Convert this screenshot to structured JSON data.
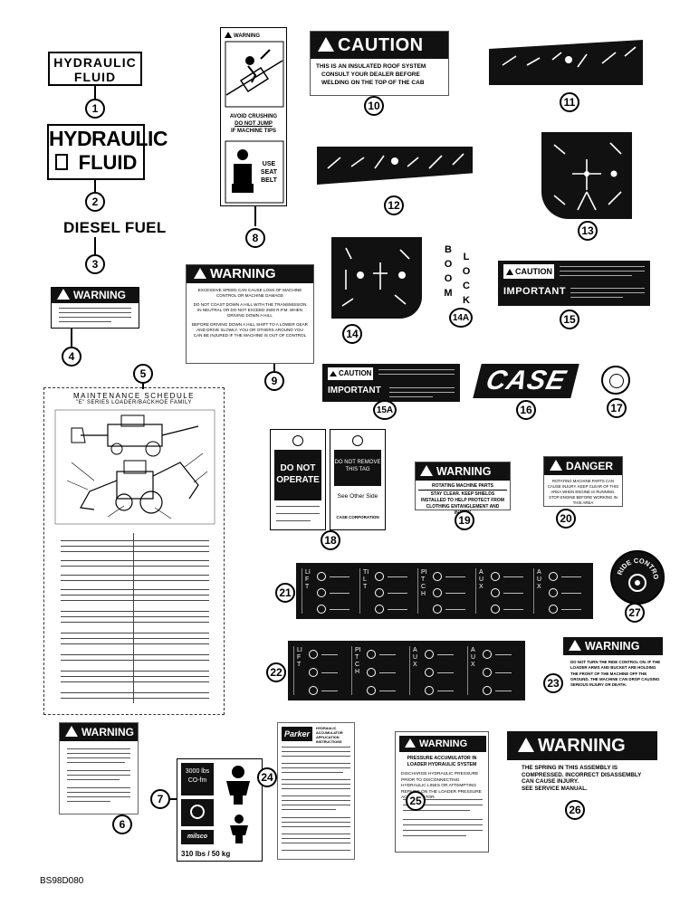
{
  "labels": {
    "l1_line1": "HYDRAULIC",
    "l1_line2": "FLUID",
    "l2_line1": "HYDRAULIC",
    "l2_line2": "FLUID",
    "l3": "DIESEL FUEL",
    "l4_header": "WARNING",
    "l5_title": "MAINTENANCE SCHEDULE",
    "l5_subtitle": "\"E\" SERIES LOADER/BACKHOE FAMILY",
    "l6_header": "WARNING",
    "l7_line1": "3000 lbs",
    "l7_line2": "CO-fm",
    "l7_brand": "milsco",
    "l7_bottom": "310 lbs / 50 kg",
    "l8_header": "WARNING",
    "l8_mid1": "AVOID CRUSHING",
    "l8_mid2": "DO NOT JUMP",
    "l8_mid3": "IF MACHINE TIPS",
    "l8_seat1": "USE",
    "l8_seat2": "SEAT",
    "l8_seat3": "BELT",
    "l9_header": "WARNING",
    "l9_p1": "EXCESSIVE SPEED CAN CAUSE LOSS OF MACHINE CONTROL OR MACHINE DAMAGE",
    "l9_p2": "DO NOT COAST DOWN A HILL WITH THE TRANSMISSION IN NEUTRAL OR DO NOT EXCEED 2500 R.P.M. WHEN DRIVING DOWN A HILL",
    "l9_p3": "BEFORE DRIVING DOWN A HILL SHIFT TO A LOWER GEAR AND DRIVE SLOWLY. YOU OR OTHERS AROUND YOU CAN BE INJURED IF THE MACHINE IS OUT OF CONTROL",
    "l10_header": "CAUTION",
    "l10_line1": "THIS IS AN INSULATED ROOF SYSTEM",
    "l10_line2": "CONSULT YOUR DEALER BEFORE",
    "l10_line3": "WELDING ON THE TOP OF THE CAB",
    "l14a_col1": [
      "B",
      "O",
      "O",
      "M"
    ],
    "l14a_col2": [
      "L",
      "O",
      "C",
      "K"
    ],
    "l15_caution": "CAUTION",
    "l15_important": "IMPORTANT",
    "l15a_caution": "CAUTION",
    "l15a_important": "IMPORTANT",
    "l16": "CASE",
    "l18_tag1_line1": "DO NOT",
    "l18_tag1_line2": "OPERATE",
    "l18_tag2_line1": "DO NOT REMOVE",
    "l18_tag2_line2": "THIS TAG",
    "l18_tag2_line3": "See Other Side",
    "l18_tag2_line4": "CASE CORPORATION",
    "l19_header": "WARNING",
    "l19_line1": "ROTATING MACHINE PARTS",
    "l19_line2": "STAY CLEAR. KEEP SHIELDS INSTALLED TO HELP PROTECT FROM CLOTHING ENTANGLEMENT AND INJURY",
    "l20_header": "DANGER",
    "l20_line1": "ROTATING MACHINE PARTS CAN CAUSE INJURY. KEEP CLEAR OF THIS AREA WHEN ENGINE IS RUNNING. STOP ENGINE BEFORE WORKING IN THIS AREA",
    "l21_sections": [
      "LIFT",
      "TILT",
      "PITCH",
      "AUX",
      "AUX"
    ],
    "l22_sections": [
      "LIFT",
      "PITCH",
      "AUX",
      "AUX"
    ],
    "l23_header": "WARNING",
    "l23_body": "DO NOT TURN THE RIDE CONTROL ON. IF THE LOADER ARMS AND BUCKET ARE HOLDING THE FRONT OF THE MACHINE OFF THE GROUND. THE MACHINE CAN DROP CAUSING SERIOUS INJURY OR DEATH.",
    "l24_brand": "Parker",
    "l24_title": "HYDRAULIC ACCUMULATOR APPLICATION INSTRUCTIONS",
    "l25_header": "WARNING",
    "l25_title1": "PRESSURE ACCUMULATOR IN",
    "l25_title2": "LOADER HYDRAULIC SYSTEM",
    "l25_body": "DISCHARGE HYDRAULIC PRESSURE PRIOR TO DISCONNECTING HYDRAULIC LINES OR ATTEMPTING REPAIRS ON THE LOADER PRESSURE ACCUMULATOR.",
    "l26_header": "WARNING",
    "l26_body1": "THE SPRING IN THIS ASSEMBLY IS COMPRESSED. INCORRECT DISASSEMBLY CAN CAUSE INJURY.",
    "l26_body2": "SEE SERVICE MANUAL.",
    "l27": "RIDE CONTROL",
    "figure_id": "BS98D080"
  },
  "callouts": {
    "c1": "1",
    "c2": "2",
    "c3": "3",
    "c4": "4",
    "c5": "5",
    "c6": "6",
    "c7": "7",
    "c8": "8",
    "c9": "9",
    "c10": "10",
    "c11": "11",
    "c12": "12",
    "c13": "13",
    "c14": "14",
    "c14a": "14A",
    "c15": "15",
    "c15a": "15A",
    "c16": "16",
    "c17": "17",
    "c18": "18",
    "c19": "19",
    "c20": "20",
    "c21": "21",
    "c22": "22",
    "c23": "23",
    "c24": "24",
    "c25": "25",
    "c26": "26",
    "c27": "27"
  },
  "colors": {
    "ink": "#000000",
    "decal_black": "#111111",
    "paper": "#ffffff"
  }
}
